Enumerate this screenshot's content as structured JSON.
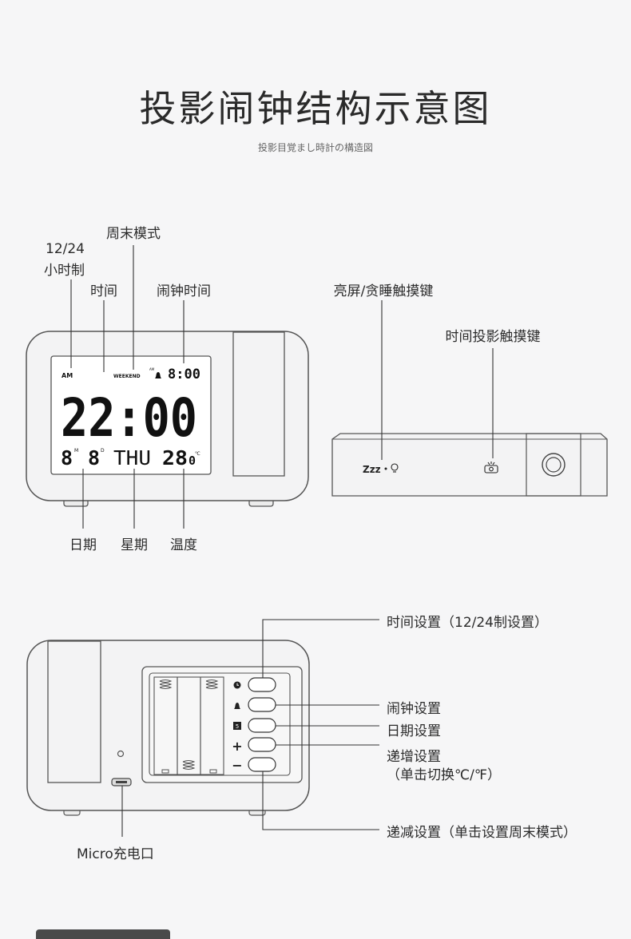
{
  "title": "投影闹钟结构示意图",
  "subtitle": "投影目覚まし時計の構造図",
  "front": {
    "labels": {
      "mode_1224_line1": "12/24",
      "mode_1224_line2": "小时制",
      "time": "时间",
      "weekend_mode": "周末模式",
      "alarm_time": "闹钟时间",
      "date": "日期",
      "weekday": "星期",
      "temperature": "温度"
    },
    "lcd": {
      "am": "AM",
      "weekend": "WEEKEND",
      "alarm_am": "AM",
      "alarm_time": "8:00",
      "time": "22:00",
      "month": "8",
      "month_unit": "M",
      "day": "8",
      "day_unit": "D",
      "weekday": "THU",
      "temp": "28",
      "temp_decimal": "0",
      "temp_unit": "℃"
    }
  },
  "top": {
    "labels": {
      "snooze_key": "亮屏/贪睡触摸键",
      "projection_key": "时间投影触摸键"
    },
    "zzz": "Zzz"
  },
  "back": {
    "labels": {
      "time_setting": "时间设置（12/24制设置）",
      "alarm_setting": "闹钟设置",
      "date_setting": "日期设置",
      "increase_line1": "递增设置",
      "increase_line2": "（单击切换℃/℉）",
      "decrease_setting": "递减设置（单击设置周末模式）",
      "micro_port": "Micro充电口"
    },
    "button_icons": [
      "clock-icon",
      "bell-icon",
      "calendar-icon",
      "plus-icon",
      "minus-icon"
    ],
    "calendar_digit": "5",
    "plus_symbol": "+",
    "minus_symbol": "−"
  }
}
